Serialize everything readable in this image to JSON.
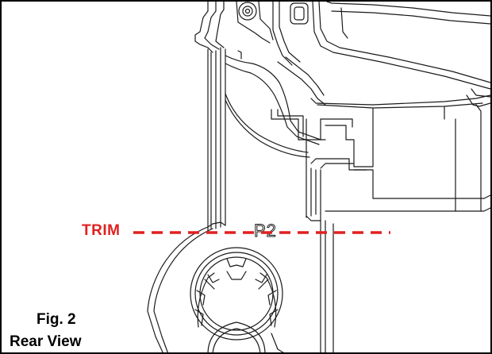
{
  "figure": {
    "trim_label": "TRIM",
    "part_marking": "P2",
    "fig_number": "Fig. 2",
    "view_name": "Rear View"
  },
  "colors": {
    "trim_line": "#e02020",
    "outline": "#1a1a1a",
    "frame": "#000000"
  }
}
